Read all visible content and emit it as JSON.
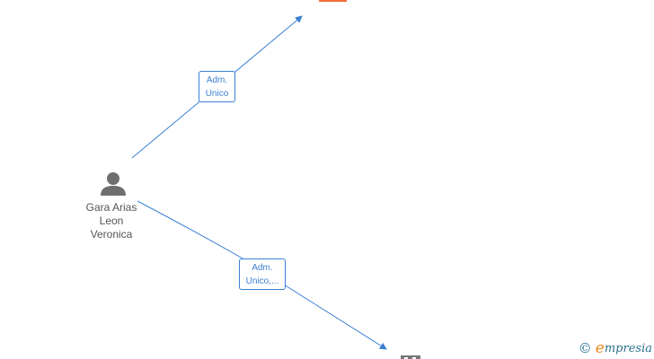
{
  "diagram": {
    "person": {
      "name_lines": [
        "Gara Arias",
        "Leon",
        "Veronica"
      ],
      "icon": "person-icon"
    },
    "edges": [
      {
        "label_lines": [
          "Adm.",
          "Unico"
        ]
      },
      {
        "label_lines": [
          "Adm.",
          "Unico,..."
        ]
      }
    ],
    "nodes": [
      {
        "icon": "company-icon",
        "color": "#f26b3a"
      },
      {
        "icon": "company-icon",
        "color": "#777777"
      }
    ],
    "colors": {
      "edge": "#3b7fd4",
      "person": "#6e6e6e"
    }
  },
  "watermark": {
    "symbol": "©",
    "brand_initial": "e",
    "brand_rest": "mpresia"
  }
}
